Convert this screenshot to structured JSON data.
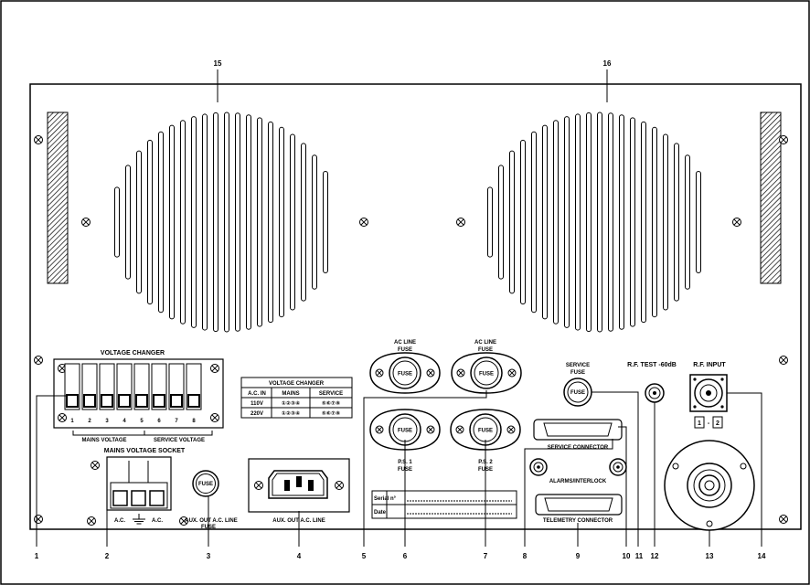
{
  "callouts": {
    "n1": "1",
    "n2": "2",
    "n3": "3",
    "n4": "4",
    "n5": "5",
    "n6": "6",
    "n7": "7",
    "n8": "8",
    "n9": "9",
    "n10": "10",
    "n11": "11",
    "n12": "12",
    "n13": "13",
    "n14": "14",
    "n15": "15",
    "n16": "16"
  },
  "voltage_changer": {
    "title": "VOLTAGE CHANGER",
    "switch_numbers": [
      "1",
      "2",
      "3",
      "4",
      "5",
      "6",
      "7",
      "8"
    ],
    "mains_voltage": "MAINS VOLTAGE",
    "service_voltage": "SERVICE VOLTAGE"
  },
  "voltage_table": {
    "title": "VOLTAGE CHANGER",
    "headers": [
      "A.C. IN",
      "MAINS",
      "SERVICE"
    ],
    "rows": [
      {
        "ac": "110V",
        "mains": "①②③④",
        "service": "⑤⑥⑦⑧"
      },
      {
        "ac": "220V",
        "mains": "①②③④",
        "service": "⑤⑥⑦⑧"
      }
    ]
  },
  "mains_socket": {
    "title": "MAINS VOLTAGE SOCKET",
    "ac_left": "A.C.",
    "ac_right": "A.C."
  },
  "fuses": {
    "fuse_text": "FUSE",
    "aux_fuse_label": "AUX. OUT A.C. LINE",
    "aux_fuse_sub": "FUSE",
    "ac_line_1": "AC LINE",
    "ac_line_1_sub": "FUSE",
    "ac_line_2": "AC LINE",
    "ac_line_2_sub": "FUSE",
    "ps1": "P.S. 1",
    "ps1_sub": "FUSE",
    "ps2": "P.S. 2",
    "ps2_sub": "FUSE",
    "service": "SERVICE",
    "service_sub": "FUSE"
  },
  "aux_socket_label": "AUX. OUT A.C. LINE",
  "serial_box": {
    "serial": "Serial n°",
    "date": "Date"
  },
  "connectors": {
    "service": "SERVICE CONNECTOR",
    "alarms": "ALARMS/INTERLOCK",
    "telemetry": "TELEMETRY CONNECTOR"
  },
  "rf": {
    "test": "R.F. TEST -60dB",
    "input": "R.F. INPUT",
    "box_1": "1",
    "dash": "-",
    "box_2": "2"
  }
}
